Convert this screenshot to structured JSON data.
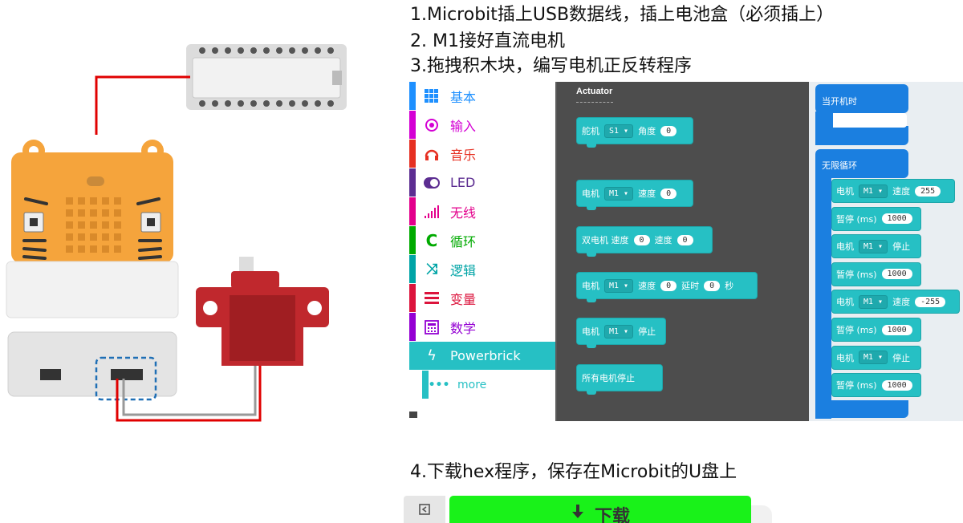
{
  "steps": {
    "step1": "1.Microbit插上USB数据线，插上电池盒（必须插上）",
    "step2": "2. M1接好直流电机",
    "step3": "3.拖拽积木块，编写电机正反转程序",
    "step4": "4.下载hex程序，保存在Microbit的U盘上"
  },
  "palette": {
    "items": [
      {
        "label": "基本",
        "color": "#1e90ff",
        "icon": "grid-icon"
      },
      {
        "label": "输入",
        "color": "#d400d4",
        "icon": "radio-icon"
      },
      {
        "label": "音乐",
        "color": "#e63022",
        "icon": "headphones-icon"
      },
      {
        "label": "LED",
        "color": "#5c2d91",
        "icon": "toggle-icon"
      },
      {
        "label": "无线",
        "color": "#e3008c",
        "icon": "signal-icon"
      },
      {
        "label": "循环",
        "color": "#00aa00",
        "icon": "refresh-icon"
      },
      {
        "label": "逻辑",
        "color": "#00a4a6",
        "icon": "shuffle-icon"
      },
      {
        "label": "变量",
        "color": "#dc143c",
        "icon": "list-icon"
      },
      {
        "label": "数学",
        "color": "#9400d3",
        "icon": "calculator-icon"
      }
    ],
    "active": {
      "label": "Powerbrick",
      "color": "#26c0c4",
      "icon": "lightning-icon"
    },
    "more": {
      "label": "more",
      "icon": "dots-icon"
    }
  },
  "flyout": {
    "title": "Actuator",
    "blocks": [
      {
        "parts": [
          "舵机",
          "S1 ▾",
          "角度",
          "0"
        ]
      },
      {
        "parts": [
          "电机",
          "M1 ▾",
          "速度",
          "0"
        ]
      },
      {
        "parts": [
          "双电机 速度",
          "0",
          "速度",
          "0"
        ]
      },
      {
        "parts": [
          "电机",
          "M1 ▾",
          "速度",
          "0",
          "延时",
          "0",
          "秒"
        ]
      },
      {
        "parts": [
          "电机",
          "M1 ▾",
          "停止"
        ]
      },
      {
        "parts": [
          "所有电机停止"
        ]
      }
    ]
  },
  "workspace": {
    "on_start": "当开机时",
    "forever": "无限循环",
    "blocks": [
      {
        "a": "电机",
        "dd": "M1 ▾",
        "b": "速度",
        "num": "255"
      },
      {
        "a": "暂停 (ms)",
        "num": "1000"
      },
      {
        "a": "电机",
        "dd": "M1 ▾",
        "b": "停止"
      },
      {
        "a": "暂停 (ms)",
        "num": "1000"
      },
      {
        "a": "电机",
        "dd": "M1 ▾",
        "b": "速度",
        "num": "-255"
      },
      {
        "a": "暂停 (ms)",
        "num": "1000"
      },
      {
        "a": "电机",
        "dd": "M1 ▾",
        "b": "停止"
      },
      {
        "a": "暂停 (ms)",
        "num": "1000"
      }
    ]
  },
  "download": {
    "label": "下载",
    "icon": "download-arrow-icon",
    "side_icon": "collapse-icon"
  },
  "colors": {
    "block": "#26c0c4",
    "hat": "#1b7fe0",
    "download": "#19f219",
    "wire": "#e00000",
    "board": "#f5a43c"
  }
}
